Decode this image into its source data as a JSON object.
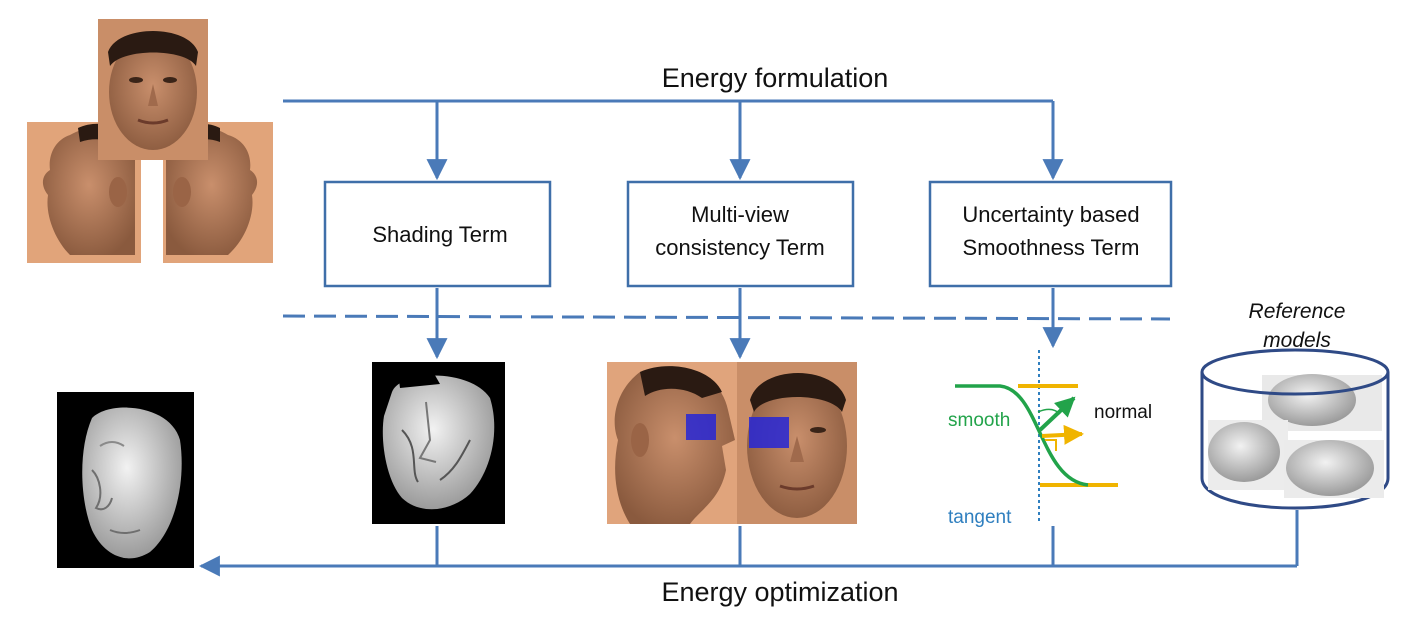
{
  "title_top": "Energy formulation",
  "title_bottom": "Energy optimization",
  "boxes": [
    {
      "lines": [
        "Shading Term"
      ]
    },
    {
      "lines": [
        "Multi-view",
        "consistency Term"
      ]
    },
    {
      "lines": [
        "Uncertainty based",
        "Smoothness Term"
      ]
    }
  ],
  "smoothness_diagram": {
    "smooth_label": "smooth",
    "normal_label": "normal",
    "tangent_label": "tangent"
  },
  "reference": {
    "lines": [
      "Reference",
      "models"
    ]
  },
  "colors": {
    "flow": "#4a7ab8",
    "box_border": "#3f6fa9",
    "green": "#22a34a",
    "yellow": "#f0b400",
    "tangent": "#2f7fbf",
    "highlight": "#2626d6"
  }
}
